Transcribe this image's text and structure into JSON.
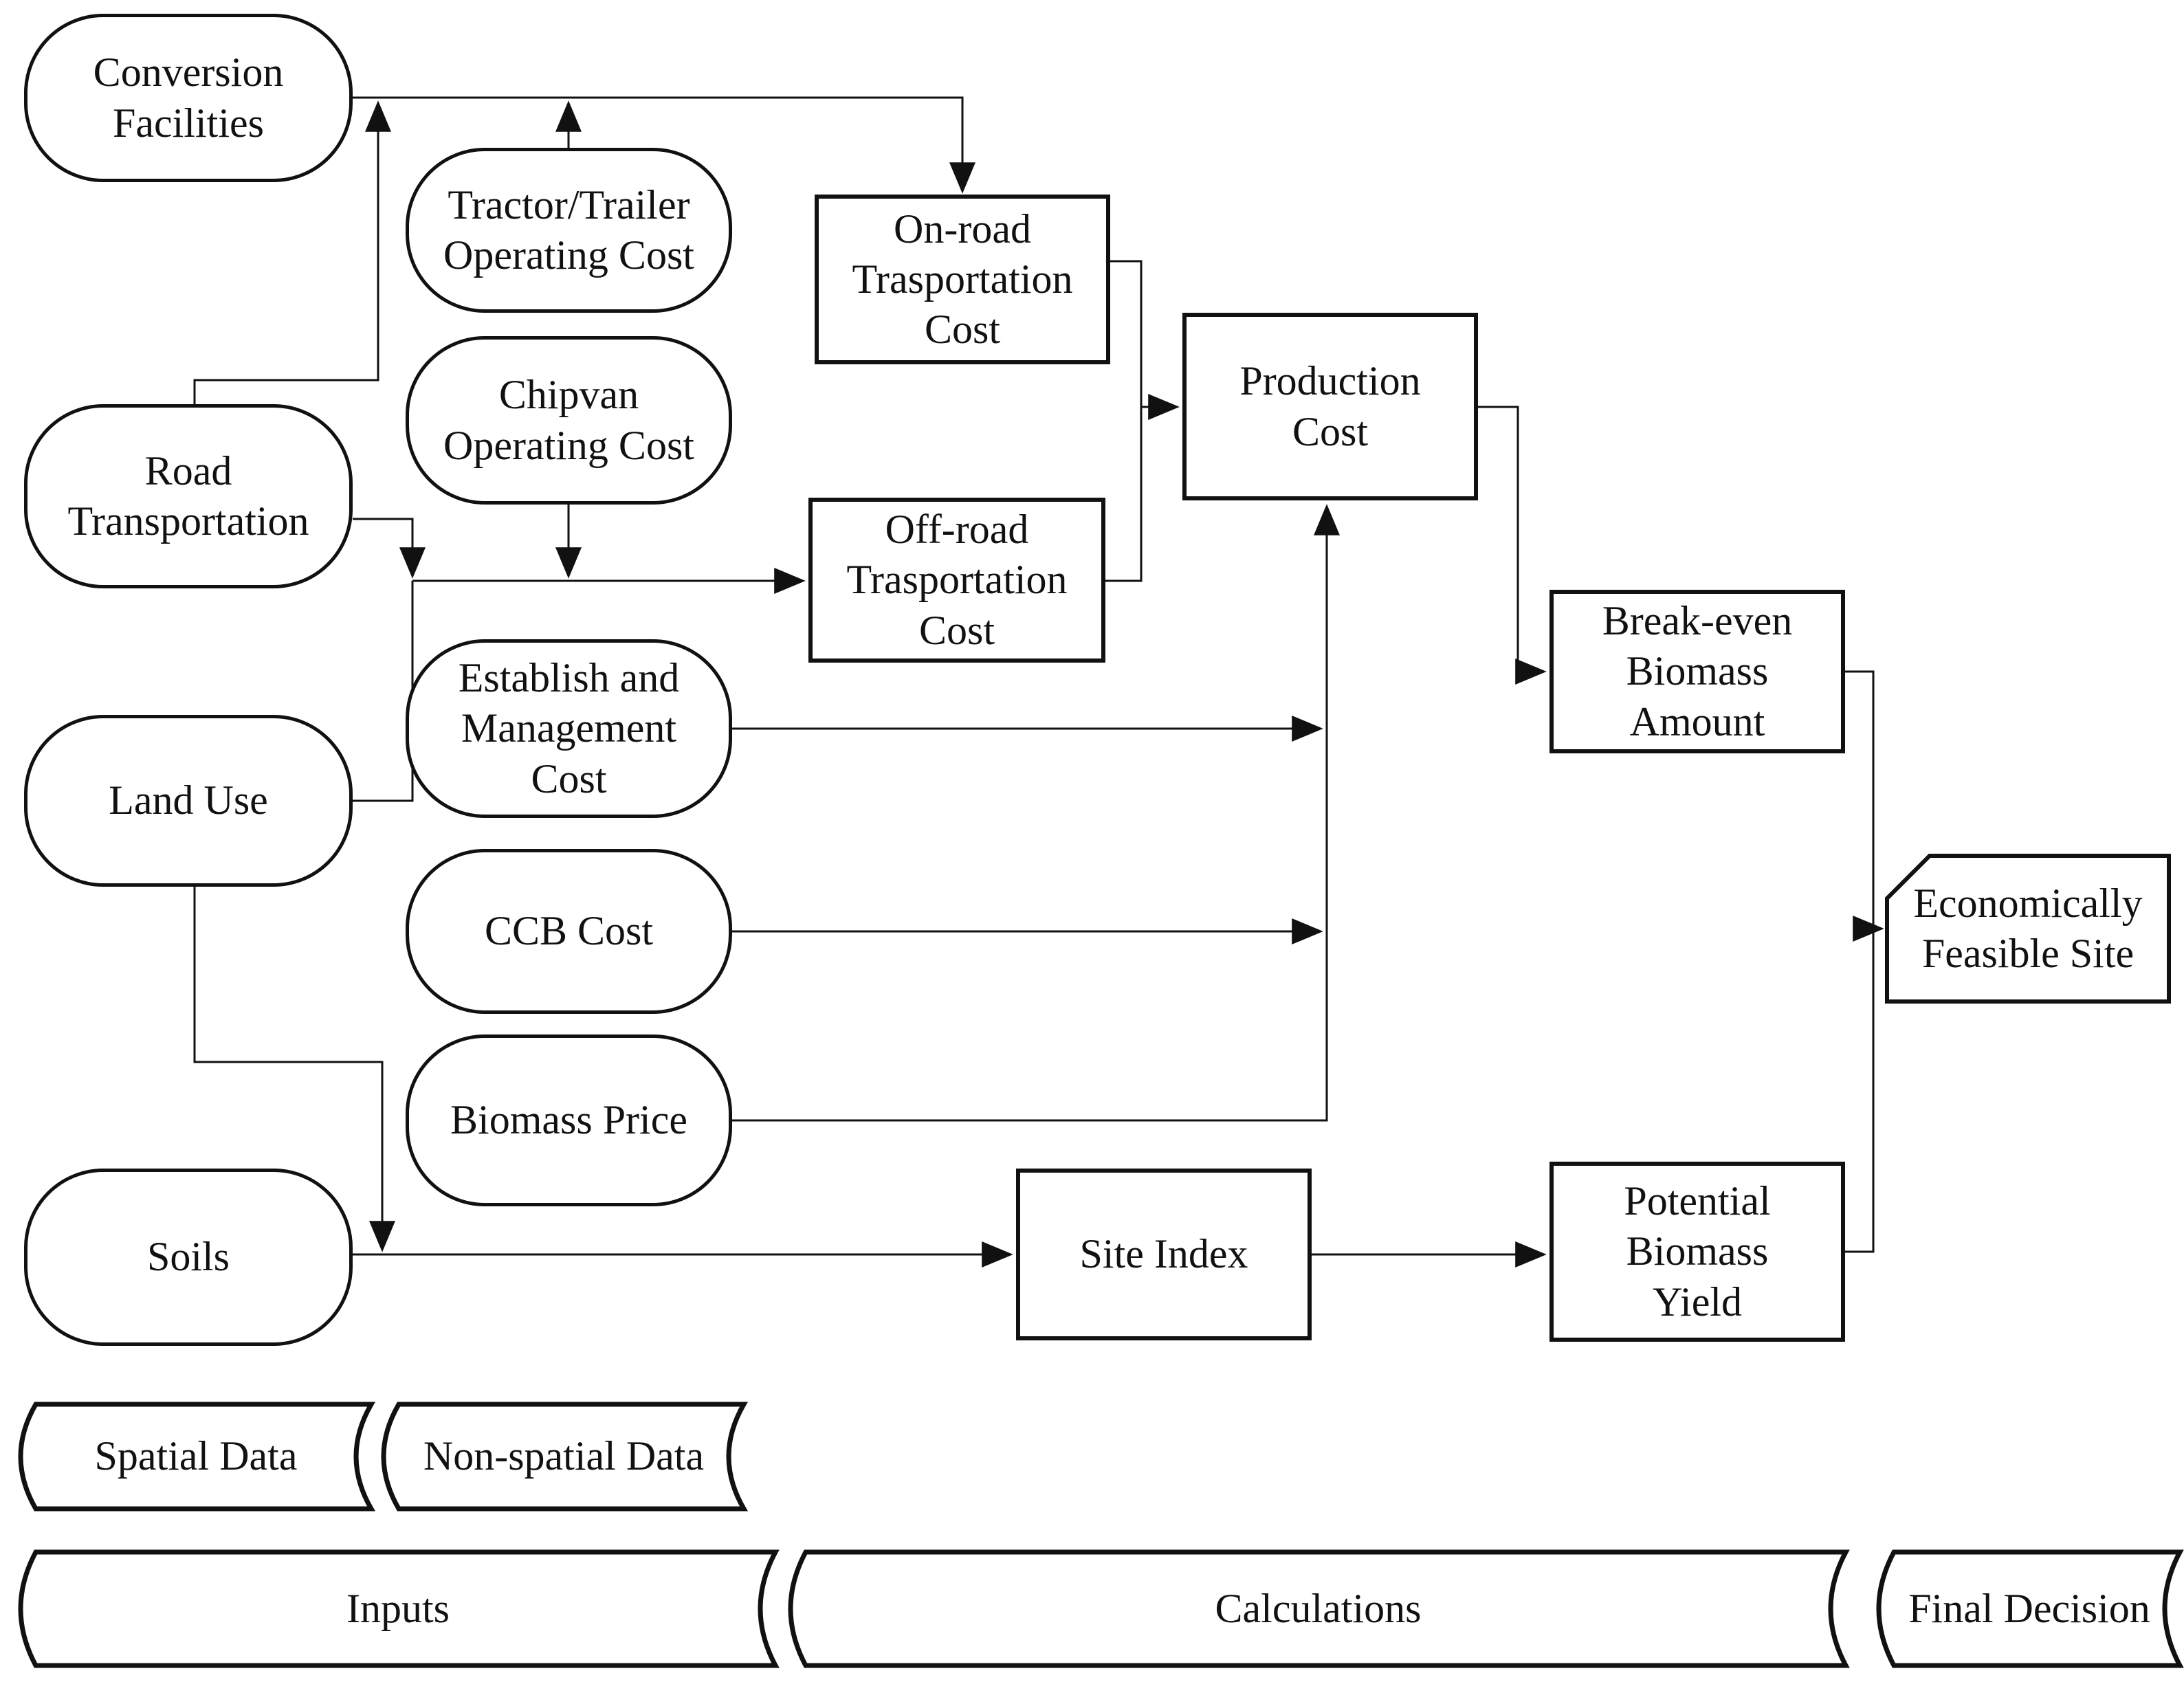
{
  "diagram": {
    "title": "Economically feasible biomass site flowchart",
    "colors": {
      "stroke": "#111111",
      "background": "#ffffff",
      "text": "#111111"
    },
    "nodes": {
      "conversion_facilities": {
        "label": "Conversion\nFacilities",
        "shape": "stadium"
      },
      "road_transportation": {
        "label": "Road\nTransportation",
        "shape": "stadium"
      },
      "land_use": {
        "label": "Land Use",
        "shape": "stadium"
      },
      "soils": {
        "label": "Soils",
        "shape": "stadium"
      },
      "tractor_trailer": {
        "label": "Tractor/Trailer\nOperating Cost",
        "shape": "stadium"
      },
      "chipvan": {
        "label": "Chipvan\nOperating Cost",
        "shape": "stadium"
      },
      "establish_mgmt": {
        "label": "Establish and\nManagement\nCost",
        "shape": "stadium"
      },
      "ccb_cost": {
        "label": "CCB Cost",
        "shape": "stadium"
      },
      "biomass_price": {
        "label": "Biomass Price",
        "shape": "stadium"
      },
      "onroad_cost": {
        "label": "On-road\nTrasportation\nCost",
        "shape": "rect"
      },
      "offroad_cost": {
        "label": "Off-road\nTrasportation\nCost",
        "shape": "rect"
      },
      "production_cost": {
        "label": "Production\nCost",
        "shape": "rect"
      },
      "break_even": {
        "label": "Break-even\nBiomass\nAmount",
        "shape": "rect"
      },
      "site_index": {
        "label": "Site Index",
        "shape": "rect"
      },
      "potential_yield": {
        "label": "Potential\nBiomass\nYield",
        "shape": "rect"
      },
      "econ_feasible": {
        "label": "Economically\nFeasible Site",
        "shape": "card"
      }
    },
    "legend": {
      "spatial_data": {
        "label": "Spatial Data",
        "shape": "stored-data"
      },
      "non_spatial_data": {
        "label": "Non-spatial Data",
        "shape": "stored-data"
      },
      "inputs": {
        "label": "Inputs",
        "shape": "stored-data"
      },
      "calculations": {
        "label": "Calculations",
        "shape": "stored-data"
      },
      "final_decision": {
        "label": "Final Decision",
        "shape": "stored-data"
      }
    }
  }
}
